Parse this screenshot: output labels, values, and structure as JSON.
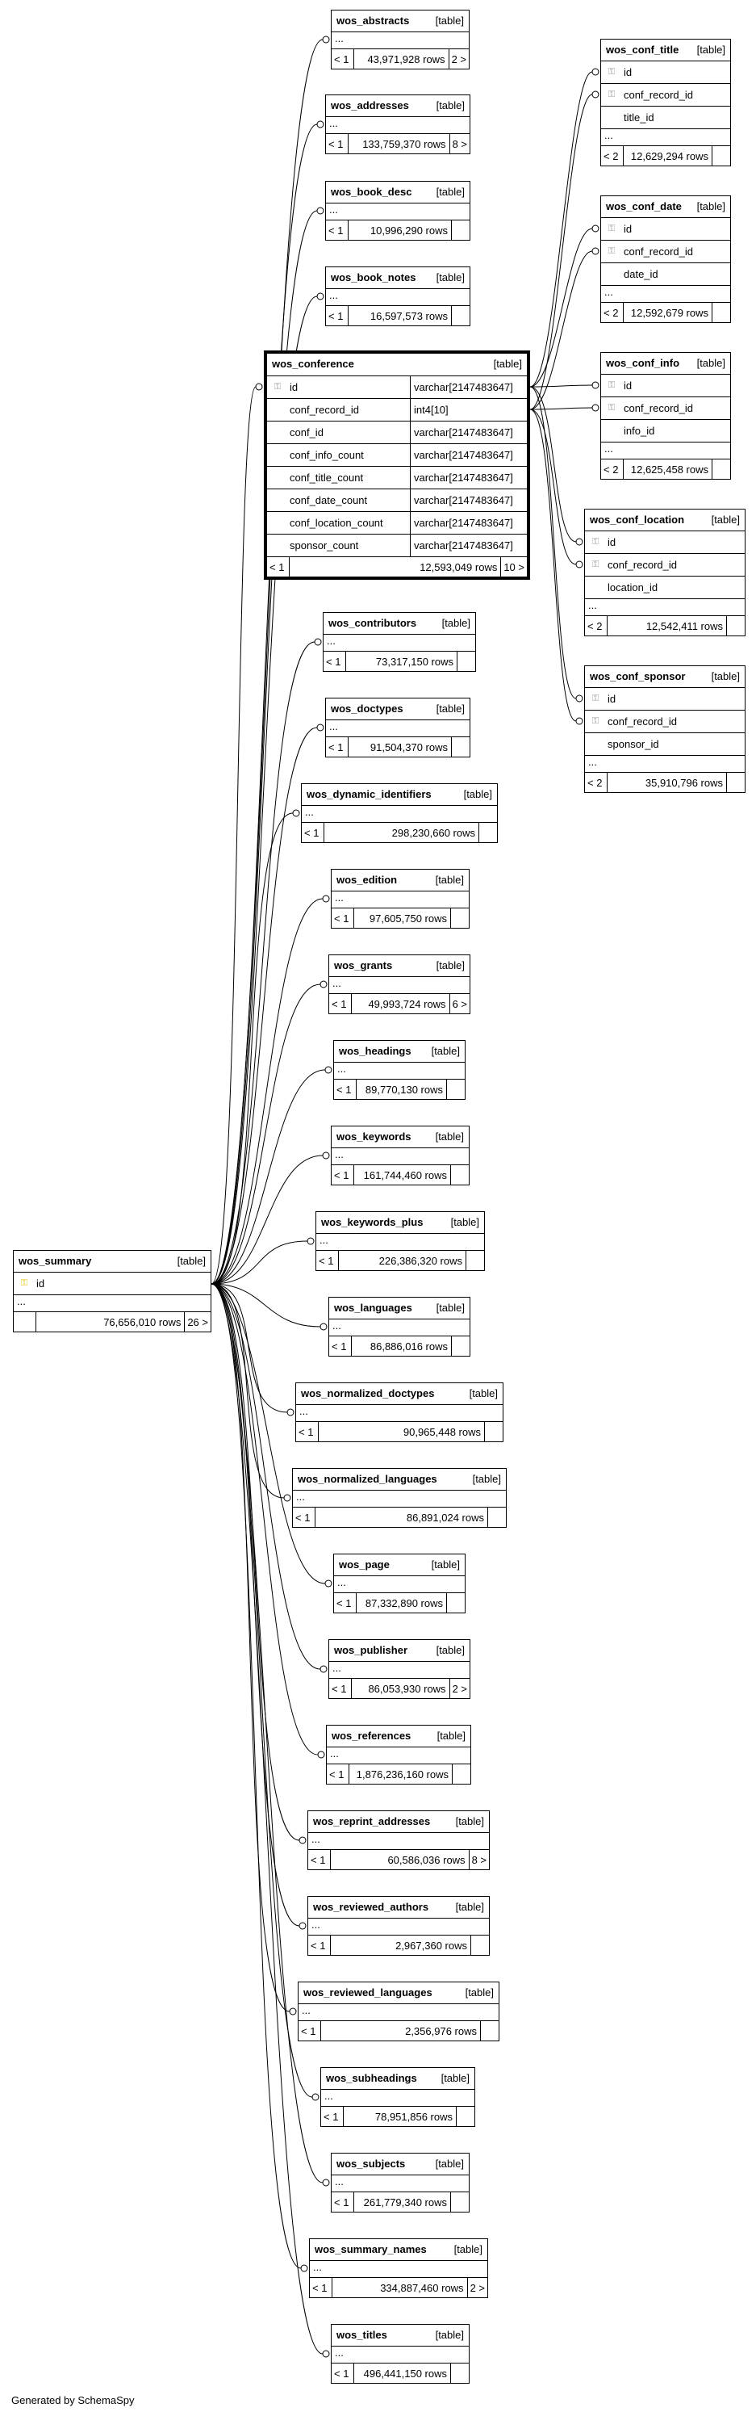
{
  "diagram": {
    "credit": "Generated by SchemaSpy",
    "table_type_label": "[table]",
    "ellipsis": "...",
    "summary": {
      "name": "wos_summary",
      "columns": [
        {
          "name": "id",
          "key": "pk"
        }
      ],
      "parents": "",
      "rows": "76,656,010 rows",
      "children": "26 >"
    },
    "conference": {
      "name": "wos_conference",
      "columns": [
        {
          "name": "id",
          "type": "varchar[2147483647]",
          "key": "fk"
        },
        {
          "name": "conf_record_id",
          "type": "int4[10]"
        },
        {
          "name": "conf_id",
          "type": "varchar[2147483647]"
        },
        {
          "name": "conf_info_count",
          "type": "varchar[2147483647]"
        },
        {
          "name": "conf_title_count",
          "type": "varchar[2147483647]"
        },
        {
          "name": "conf_date_count",
          "type": "varchar[2147483647]"
        },
        {
          "name": "conf_location_count",
          "type": "varchar[2147483647]"
        },
        {
          "name": "sponsor_count",
          "type": "varchar[2147483647]"
        }
      ],
      "parents": "< 1",
      "rows": "12,593,049 rows",
      "children": "10 >"
    },
    "conf_tables": [
      {
        "name": "wos_conf_title",
        "cols": [
          "id",
          "conf_record_id",
          "title_id"
        ],
        "parents": "< 2",
        "rows": "12,629,294 rows",
        "children": ""
      },
      {
        "name": "wos_conf_date",
        "cols": [
          "id",
          "conf_record_id",
          "date_id"
        ],
        "parents": "< 2",
        "rows": "12,592,679 rows",
        "children": ""
      },
      {
        "name": "wos_conf_info",
        "cols": [
          "id",
          "conf_record_id",
          "info_id"
        ],
        "parents": "< 2",
        "rows": "12,625,458 rows",
        "children": ""
      },
      {
        "name": "wos_conf_location",
        "cols": [
          "id",
          "conf_record_id",
          "location_id"
        ],
        "parents": "< 2",
        "rows": "12,542,411 rows",
        "children": ""
      },
      {
        "name": "wos_conf_sponsor",
        "cols": [
          "id",
          "conf_record_id",
          "sponsor_id"
        ],
        "parents": "< 2",
        "rows": "35,910,796 rows",
        "children": ""
      }
    ],
    "child_tables": [
      {
        "name": "wos_abstracts",
        "parents": "< 1",
        "rows": "43,971,928 rows",
        "children": "2 >"
      },
      {
        "name": "wos_addresses",
        "parents": "< 1",
        "rows": "133,759,370 rows",
        "children": "8 >"
      },
      {
        "name": "wos_book_desc",
        "parents": "< 1",
        "rows": "10,996,290 rows",
        "children": ""
      },
      {
        "name": "wos_book_notes",
        "parents": "< 1",
        "rows": "16,597,573 rows",
        "children": ""
      },
      {
        "name": "wos_contributors",
        "parents": "< 1",
        "rows": "73,317,150 rows",
        "children": ""
      },
      {
        "name": "wos_doctypes",
        "parents": "< 1",
        "rows": "91,504,370 rows",
        "children": ""
      },
      {
        "name": "wos_dynamic_identifiers",
        "parents": "< 1",
        "rows": "298,230,660 rows",
        "children": ""
      },
      {
        "name": "wos_edition",
        "parents": "< 1",
        "rows": "97,605,750 rows",
        "children": ""
      },
      {
        "name": "wos_grants",
        "parents": "< 1",
        "rows": "49,993,724 rows",
        "children": "6 >"
      },
      {
        "name": "wos_headings",
        "parents": "< 1",
        "rows": "89,770,130 rows",
        "children": ""
      },
      {
        "name": "wos_keywords",
        "parents": "< 1",
        "rows": "161,744,460 rows",
        "children": ""
      },
      {
        "name": "wos_keywords_plus",
        "parents": "< 1",
        "rows": "226,386,320 rows",
        "children": ""
      },
      {
        "name": "wos_languages",
        "parents": "< 1",
        "rows": "86,886,016 rows",
        "children": ""
      },
      {
        "name": "wos_normalized_doctypes",
        "parents": "< 1",
        "rows": "90,965,448 rows",
        "children": ""
      },
      {
        "name": "wos_normalized_languages",
        "parents": "< 1",
        "rows": "86,891,024 rows",
        "children": ""
      },
      {
        "name": "wos_page",
        "parents": "< 1",
        "rows": "87,332,890 rows",
        "children": ""
      },
      {
        "name": "wos_publisher",
        "parents": "< 1",
        "rows": "86,053,930 rows",
        "children": "2 >"
      },
      {
        "name": "wos_references",
        "parents": "< 1",
        "rows": "1,876,236,160 rows",
        "children": ""
      },
      {
        "name": "wos_reprint_addresses",
        "parents": "< 1",
        "rows": "60,586,036 rows",
        "children": "8 >"
      },
      {
        "name": "wos_reviewed_authors",
        "parents": "< 1",
        "rows": "2,967,360 rows",
        "children": ""
      },
      {
        "name": "wos_reviewed_languages",
        "parents": "< 1",
        "rows": "2,356,976 rows",
        "children": ""
      },
      {
        "name": "wos_subheadings",
        "parents": "< 1",
        "rows": "78,951,856 rows",
        "children": ""
      },
      {
        "name": "wos_subjects",
        "parents": "< 1",
        "rows": "261,779,340 rows",
        "children": ""
      },
      {
        "name": "wos_summary_names",
        "parents": "< 1",
        "rows": "334,887,460 rows",
        "children": "2 >"
      },
      {
        "name": "wos_titles",
        "parents": "< 1",
        "rows": "496,441,150 rows",
        "children": ""
      }
    ]
  }
}
